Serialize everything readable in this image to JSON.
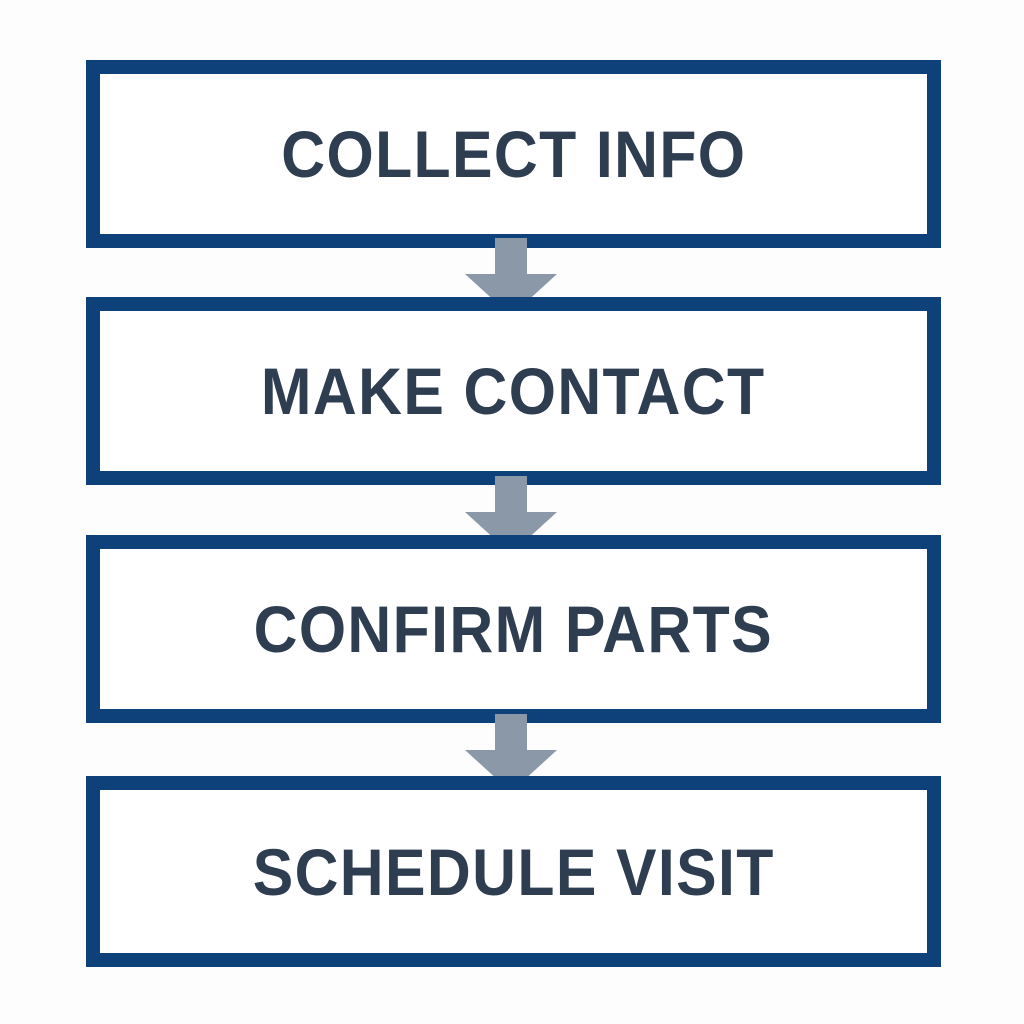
{
  "diagram": {
    "type": "vertical-process-flowchart",
    "title": "",
    "background_color": "#fdfdfd",
    "box_border_color": "#0e4179",
    "box_fill_color": "#ffffff",
    "text_color": "#2e3d50",
    "arrow_color": "#8b98a8",
    "steps": [
      {
        "id": "step-1",
        "order": 1,
        "label": "COLLECT INFO"
      },
      {
        "id": "step-2",
        "order": 2,
        "label": "MAKE CONTACT"
      },
      {
        "id": "step-3",
        "order": 3,
        "label": "CONFIRM PARTS"
      },
      {
        "id": "step-4",
        "order": 4,
        "label": "SCHEDULE VISIT"
      }
    ],
    "connectors": [
      {
        "id": "connector-1",
        "from": "step-1",
        "to": "step-2",
        "icon": "arrow-down-icon"
      },
      {
        "id": "connector-2",
        "from": "step-2",
        "to": "step-3",
        "icon": "arrow-down-icon"
      },
      {
        "id": "connector-3",
        "from": "step-3",
        "to": "step-4",
        "icon": "arrow-down-icon"
      }
    ]
  }
}
